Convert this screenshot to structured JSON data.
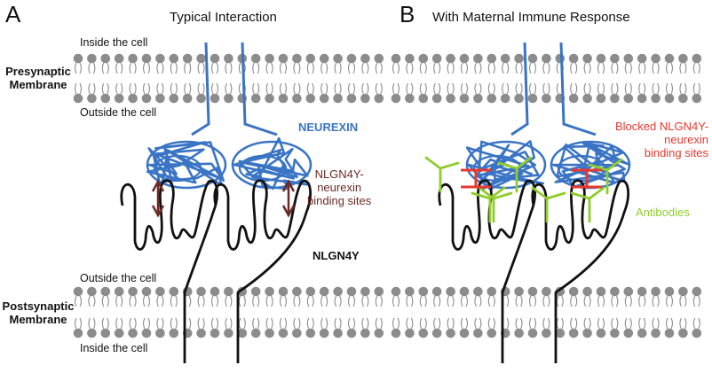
{
  "panels": [
    {
      "letter": "A",
      "title": "Typical Interaction"
    },
    {
      "letter": "B",
      "title": "With Maternal Immune Response"
    }
  ],
  "labels": {
    "inside_top": "Inside the cell",
    "outside_top": "Outside the cell",
    "outside_bottom": "Outside the cell",
    "inside_bottom": "Inside the cell",
    "presynaptic": [
      "Presynaptic",
      "Membrane"
    ],
    "postsynaptic": [
      "Postsynaptic",
      "Membrane"
    ],
    "neurexin": "NEUREXIN",
    "binding_sites": [
      "NLGN4Y-",
      "neurexin",
      "binding sites"
    ],
    "nlgn4y": "NLGN4Y",
    "blocked": [
      "Blocked NLGN4Y-",
      "neurexin",
      "binding sites"
    ],
    "antibodies": "Antibodies"
  },
  "colors": {
    "neurexin": "#3a74c4",
    "membrane": "#8c8c8c",
    "nlgn4y": "#111111",
    "arrow": "#6b2a24",
    "blocker": "#e8392e",
    "antibody": "#8fcc2c"
  }
}
